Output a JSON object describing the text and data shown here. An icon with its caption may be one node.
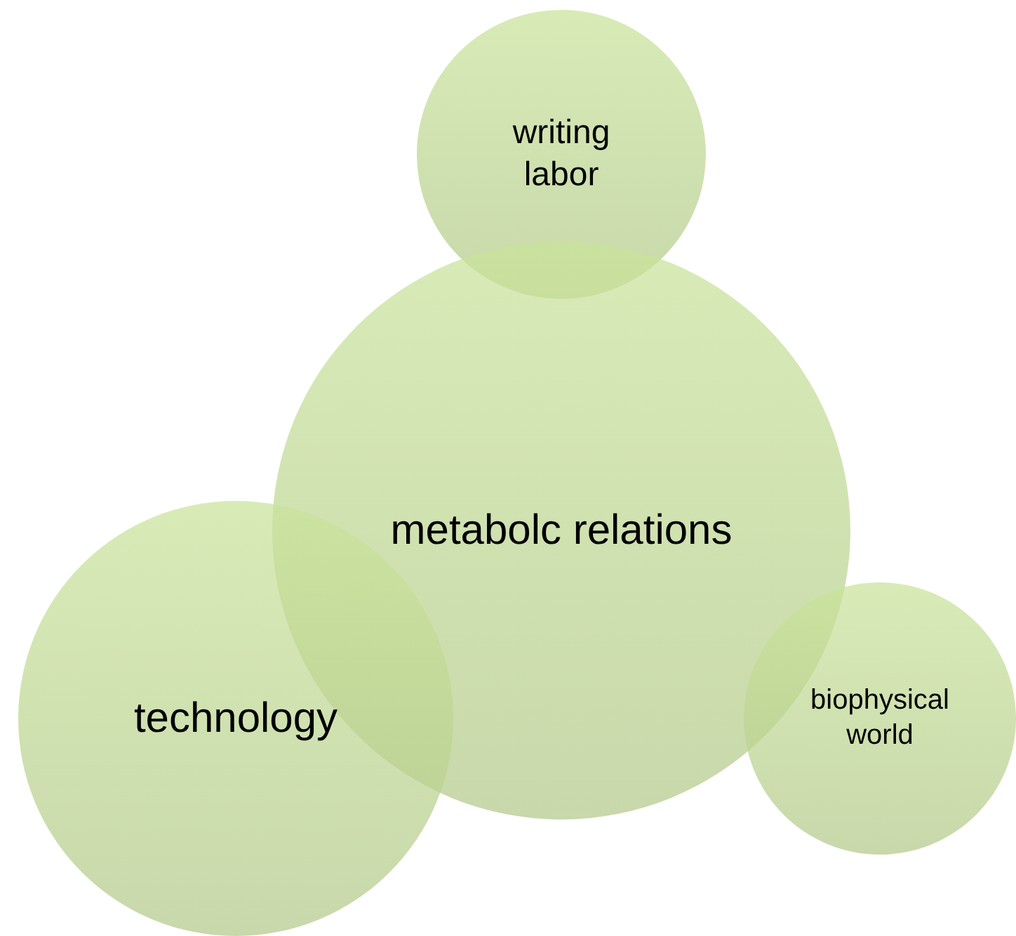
{
  "diagram": {
    "nodes": [
      {
        "text": [
          "writing labor"
        ]
      },
      {
        "text": [
          "metabolc relations"
        ]
      },
      {
        "text": [
          "technology"
        ]
      },
      {
        "text": [
          "biophysical world"
        ]
      }
    ]
  }
}
